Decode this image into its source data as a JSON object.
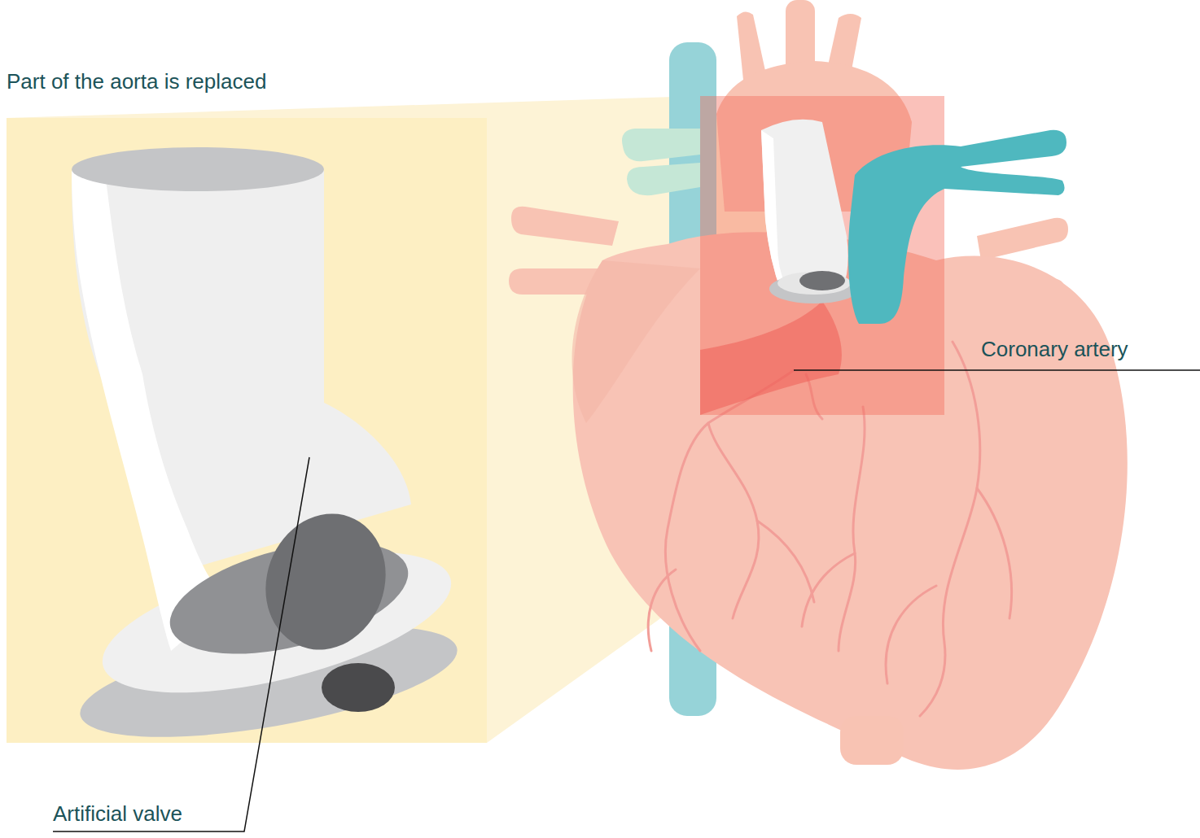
{
  "diagram": {
    "title": "Part of the aorta is replaced",
    "labels": [
      "Coronary artery",
      "Artificial valve"
    ]
  }
}
